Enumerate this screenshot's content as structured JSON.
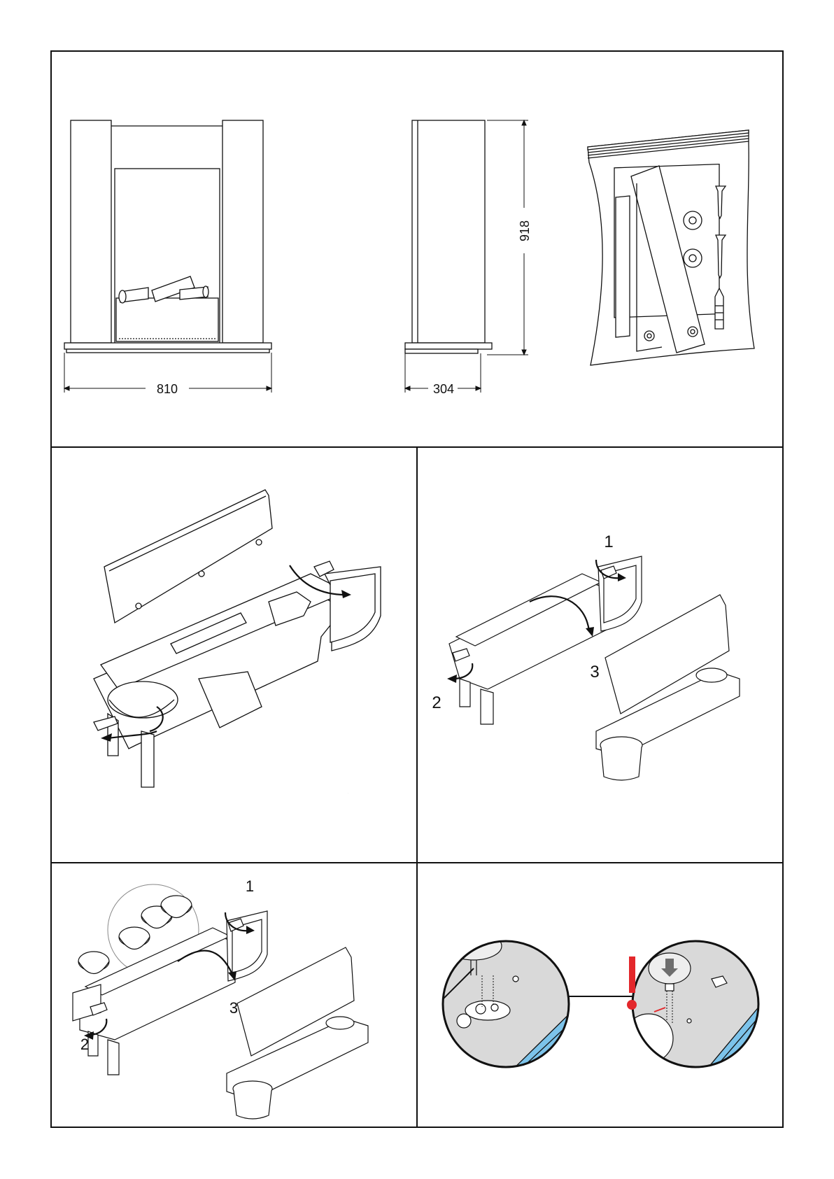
{
  "dimensions": {
    "width": "810",
    "depth": "304",
    "height": "918"
  },
  "steps": {
    "p3_step1": "1",
    "p3_step2": "2",
    "p3_step3": "3",
    "p4_step1": "1",
    "p4_step2": "2",
    "p4_step3": "3"
  },
  "warning_symbol": "!",
  "colors": {
    "line": "#111111",
    "tray_blue": "#7cc3ea",
    "warning_red": "#e3272b",
    "arrow_grey": "#6e6e6e",
    "grey_fill": "#d9d9d9"
  }
}
